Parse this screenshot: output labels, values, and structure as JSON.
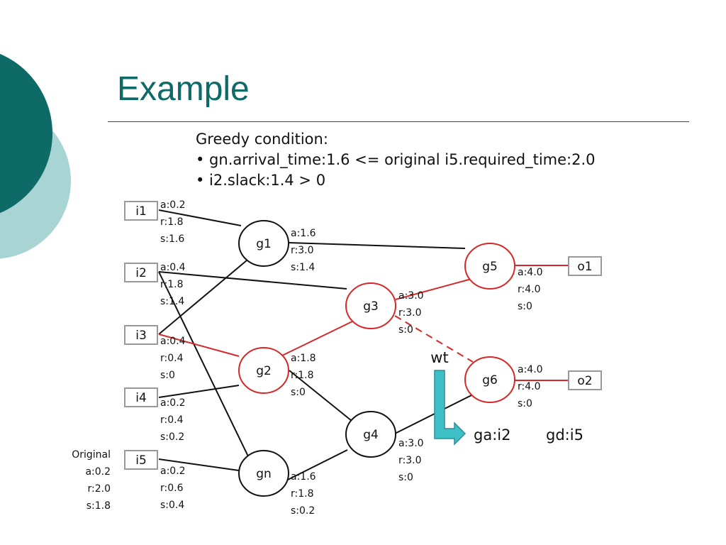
{
  "slide": {
    "title": "Example",
    "colors": {
      "title": "#0d6a67",
      "decor_dark": "#0d6a67",
      "decor_light": "#a9d4d4",
      "critical": "#d62828",
      "arrow": "#3fc0c6"
    }
  },
  "condition": {
    "heading": "Greedy condition:",
    "bullets": [
      "• gn.arrival_time:1.6 <= original i5.required_time:2.0",
      "• i2.slack:1.4 > 0"
    ]
  },
  "diagram": {
    "inputs": [
      {
        "id": "i1",
        "label": "i1",
        "a": "a:0.2",
        "r": "r:1.8",
        "s": "s:1.6"
      },
      {
        "id": "i2",
        "label": "i2",
        "a": "a:0.4",
        "r": "r:1.8",
        "s": "s:1.4"
      },
      {
        "id": "i3",
        "label": "i3",
        "a": "a:0.4",
        "r": "r:0.4",
        "s": "s:0"
      },
      {
        "id": "i4",
        "label": "i4",
        "a": "a:0.2",
        "r": "r:0.4",
        "s": "s:0.2"
      },
      {
        "id": "i5",
        "label": "i5",
        "a": "a:0.2",
        "r": "r:0.6",
        "s": "s:0.4"
      }
    ],
    "outputs": [
      {
        "id": "o1",
        "label": "o1"
      },
      {
        "id": "o2",
        "label": "o2"
      }
    ],
    "gates": [
      {
        "id": "g1",
        "label": "g1",
        "critical": false,
        "a": "a:1.6",
        "r": "r:3.0",
        "s": "s:1.4"
      },
      {
        "id": "g2",
        "label": "g2",
        "critical": true,
        "a": "a:1.8",
        "r": "r:1.8",
        "s": "s:0"
      },
      {
        "id": "g3",
        "label": "g3",
        "critical": true,
        "a": "a:3.0",
        "r": "r:3.0",
        "s": "s:0"
      },
      {
        "id": "g4",
        "label": "g4",
        "critical": false,
        "a": "a:3.0",
        "r": "r:3.0",
        "s": "s:0"
      },
      {
        "id": "g5",
        "label": "g5",
        "critical": true,
        "a": "a:4.0",
        "r": "r:4.0",
        "s": "s:0"
      },
      {
        "id": "g6",
        "label": "g6",
        "critical": true,
        "a": "a:4.0",
        "r": "r:4.0",
        "s": "s:0"
      },
      {
        "id": "gn",
        "label": "gn",
        "critical": false,
        "a": "a:1.6",
        "r": "r:1.8",
        "s": "s:0.2"
      }
    ],
    "original": {
      "label": "Original",
      "a": "a:0.2",
      "r": "r:2.0",
      "s": "s:1.8"
    },
    "wt_label": "wt",
    "ga_label": "ga:i2",
    "gd_label": "gd:i5"
  }
}
